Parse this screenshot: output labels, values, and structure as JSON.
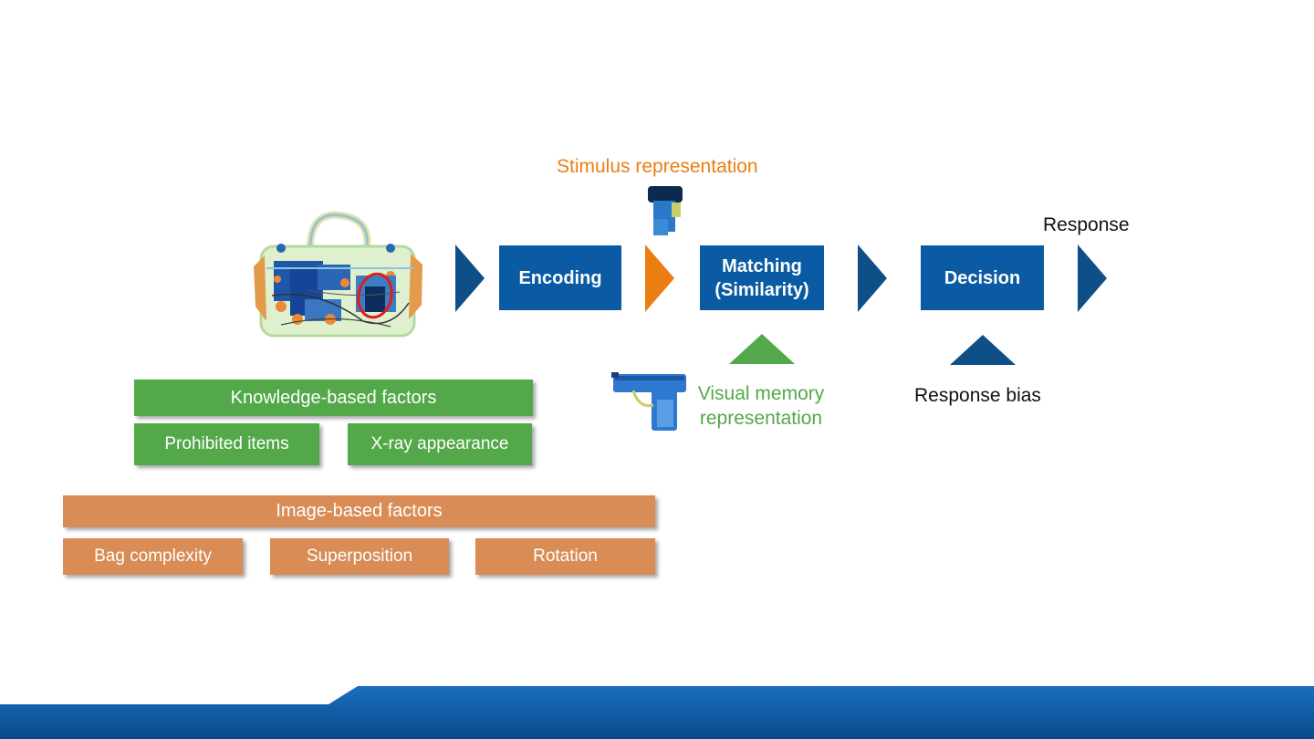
{
  "colors": {
    "process_blue": "#0a5ba3",
    "arrow_blue": "#0d4f86",
    "stimulus_orange": "#ec7d12",
    "memory_green": "#53a84a",
    "knowledge_green": "#53a84a",
    "image_orange": "#d98c55",
    "bias_blue": "#0d4f86",
    "footer_blue": "#0a5ba3"
  },
  "process": {
    "encoding": "Encoding",
    "matching_line1": "Matching",
    "matching_line2": "(Similarity)",
    "decision": "Decision"
  },
  "labels": {
    "stimulus": "Stimulus representation",
    "response": "Response",
    "visual_memory_line1": "Visual memory",
    "visual_memory_line2": "representation",
    "response_bias": "Response bias"
  },
  "knowledge": {
    "title": "Knowledge-based factors",
    "items": [
      "Prohibited items",
      "X-ray appearance"
    ]
  },
  "image_factors": {
    "title": "Image-based factors",
    "items": [
      "Bag complexity",
      "Superposition",
      "Rotation"
    ]
  },
  "icons": {
    "bag": "xray-bag-image",
    "stimulus": "xray-gun-fragment-image",
    "memory": "xray-handgun-image"
  }
}
